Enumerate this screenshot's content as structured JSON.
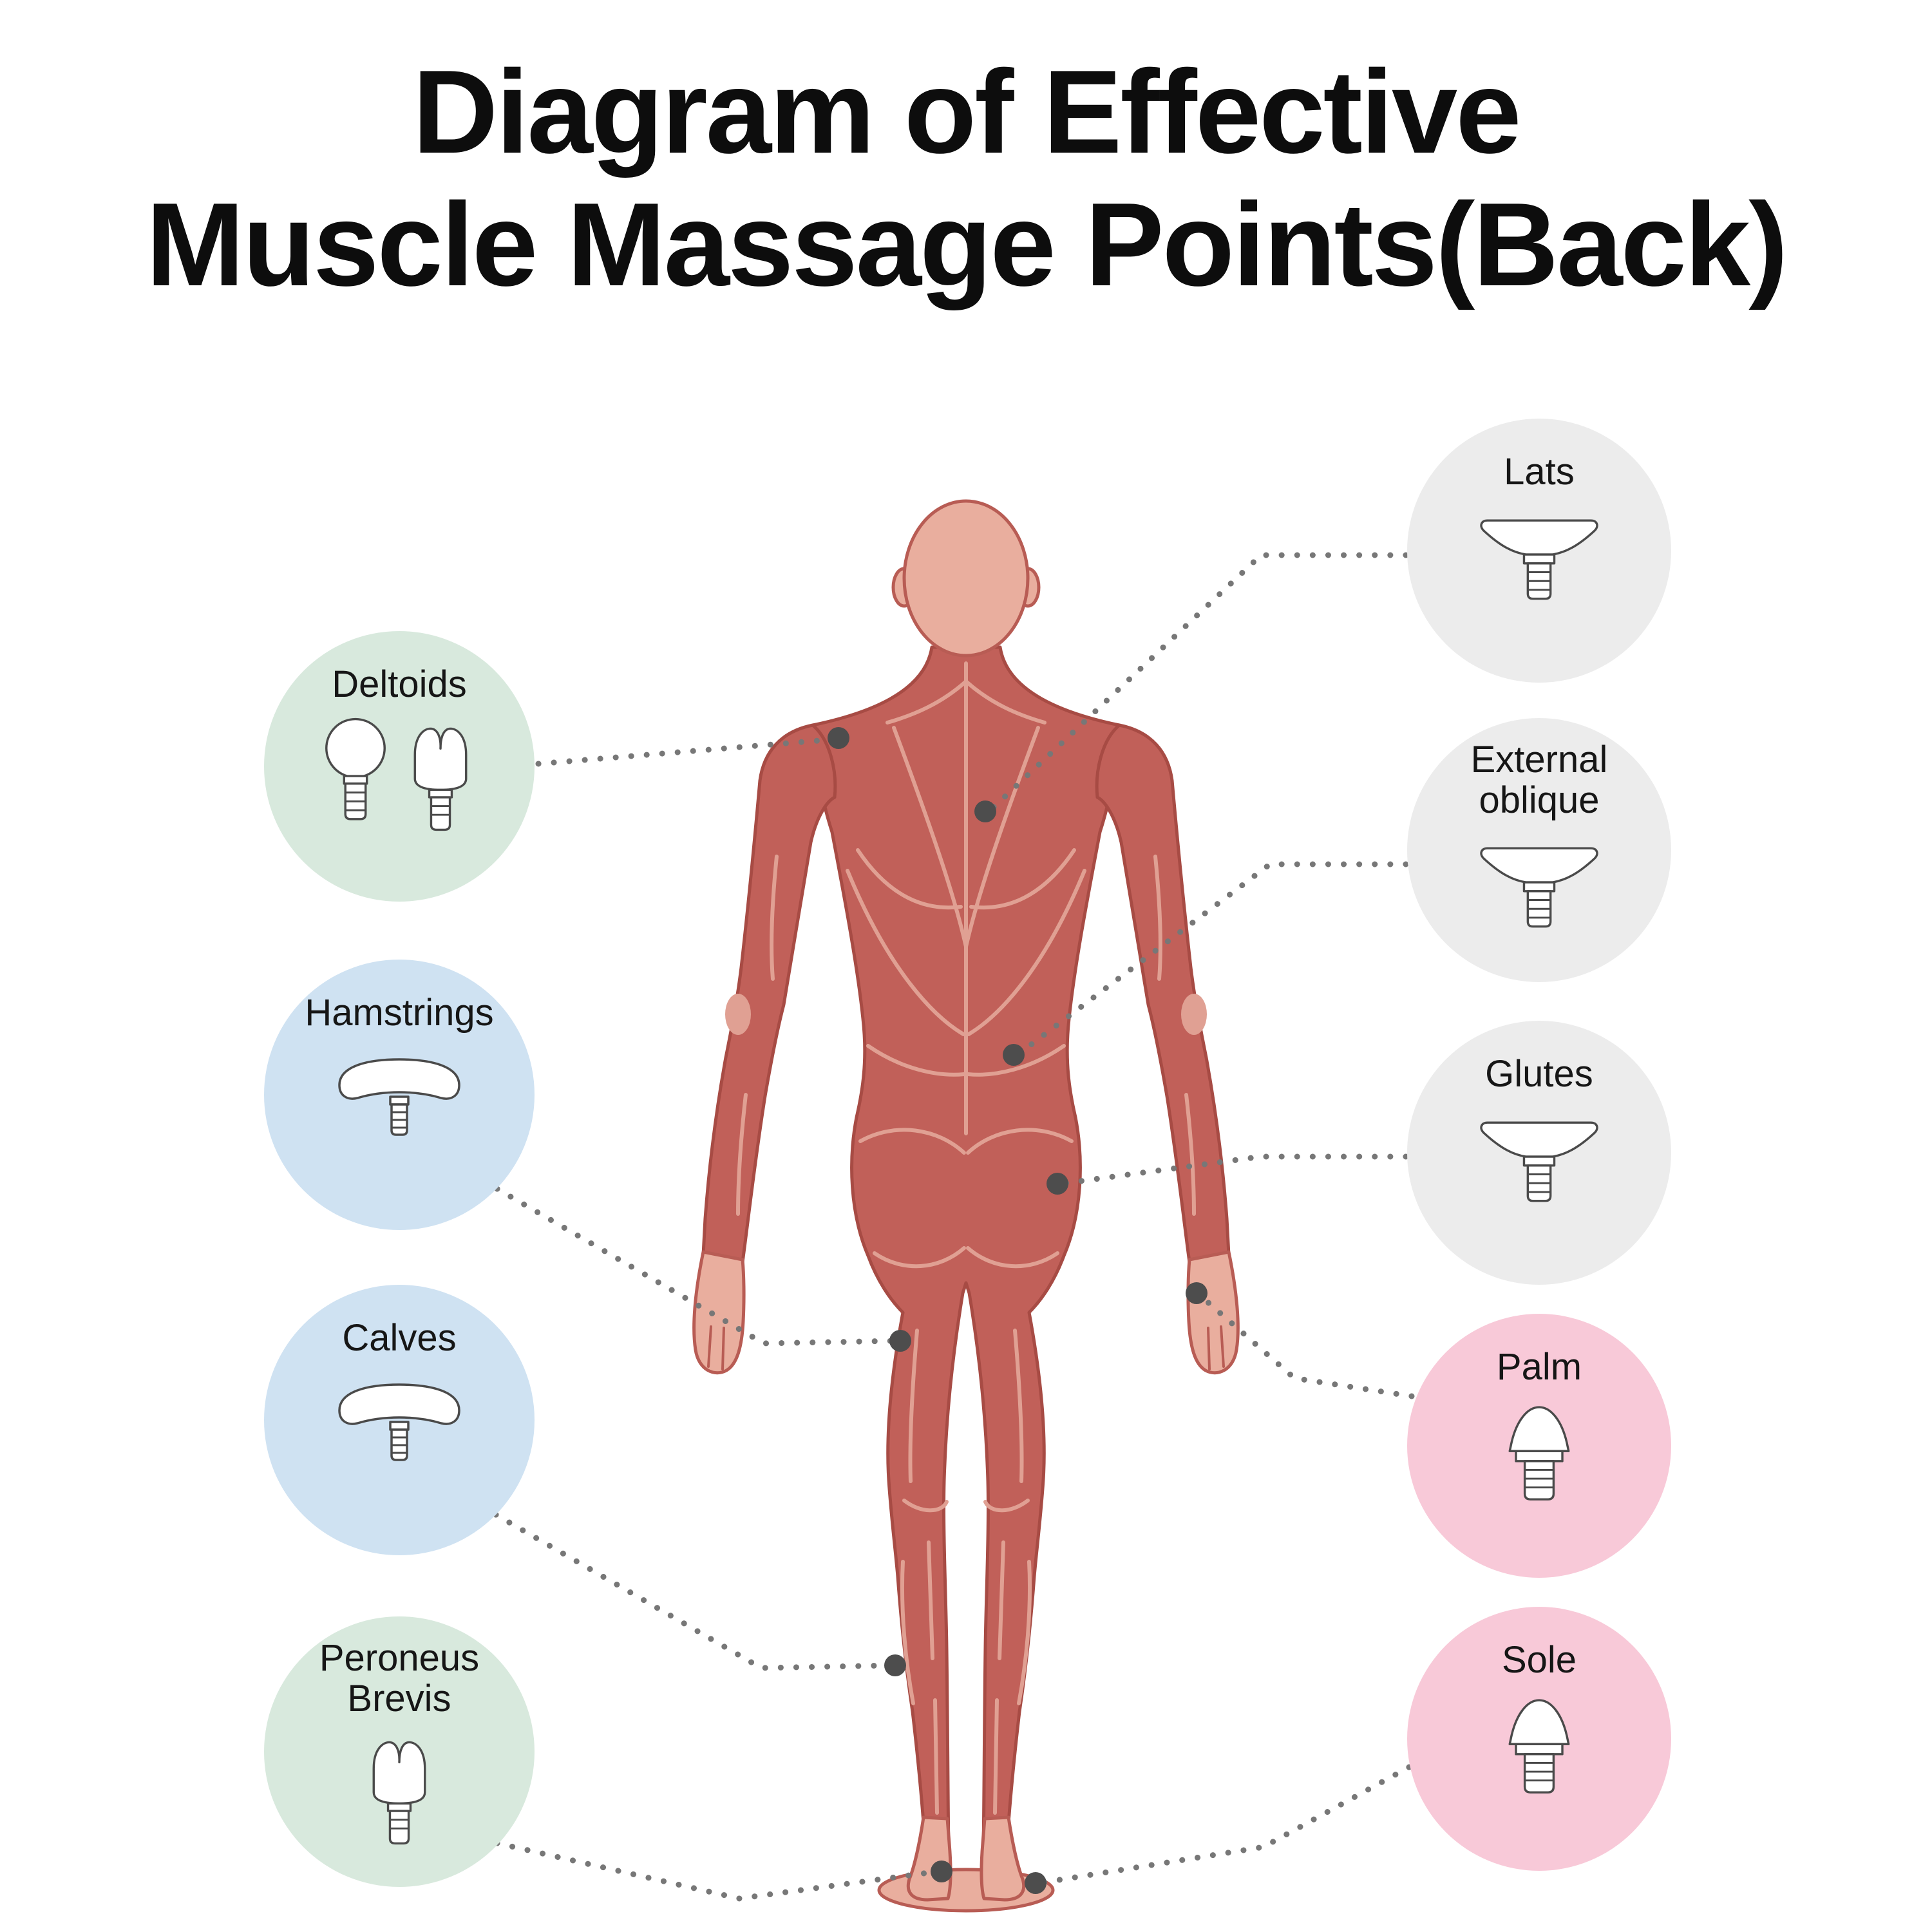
{
  "title": {
    "line1": "Diagram of Effective",
    "line2": "Muscle Massage Points(Back)"
  },
  "figure": {
    "description": "Back view of human muscular body with marked massage points",
    "massage_points": [
      "deltoids",
      "lats",
      "external-oblique",
      "glutes",
      "palm",
      "hamstrings",
      "calves",
      "peroneus-brevis",
      "sole"
    ]
  },
  "colors": {
    "badge_mint": "#d8e9dd",
    "badge_blue": "#cfe2f2",
    "badge_gray": "#ececec",
    "badge_pink": "#f8c9d8",
    "muscle": "#c16059",
    "skin": "#e9ae9e",
    "point_dot": "#4d4d4d",
    "connector": "#777777",
    "title_text": "#0d0d0d"
  },
  "badges": {
    "left": [
      {
        "id": "deltoids",
        "label_lines": [
          "Deltoids"
        ],
        "bg": "#d8e9dd",
        "icons": [
          "ball-head",
          "fork-head"
        ]
      },
      {
        "id": "hamstrings",
        "label_lines": [
          "Hamstrings"
        ],
        "bg": "#cfe2f2",
        "icons": [
          "curved-flat-head"
        ]
      },
      {
        "id": "calves",
        "label_lines": [
          "Calves"
        ],
        "bg": "#cfe2f2",
        "icons": [
          "curved-flat-head"
        ]
      },
      {
        "id": "peroneus-brevis",
        "label_lines": [
          "Peroneus",
          "Brevis"
        ],
        "bg": "#d8e9dd",
        "icons": [
          "fork-head"
        ]
      }
    ],
    "right": [
      {
        "id": "lats",
        "label_lines": [
          "Lats"
        ],
        "bg": "#ececec",
        "icons": [
          "flat-head"
        ]
      },
      {
        "id": "external-oblique",
        "label_lines": [
          "External",
          "oblique"
        ],
        "bg": "#ececec",
        "icons": [
          "flat-head"
        ]
      },
      {
        "id": "glutes",
        "label_lines": [
          "Glutes"
        ],
        "bg": "#ececec",
        "icons": [
          "flat-head"
        ]
      },
      {
        "id": "palm",
        "label_lines": [
          "Palm"
        ],
        "bg": "#f8c9d8",
        "icons": [
          "bullet-head"
        ]
      },
      {
        "id": "sole",
        "label_lines": [
          "Sole"
        ],
        "bg": "#f8c9d8",
        "icons": [
          "bullet-head"
        ]
      }
    ]
  }
}
